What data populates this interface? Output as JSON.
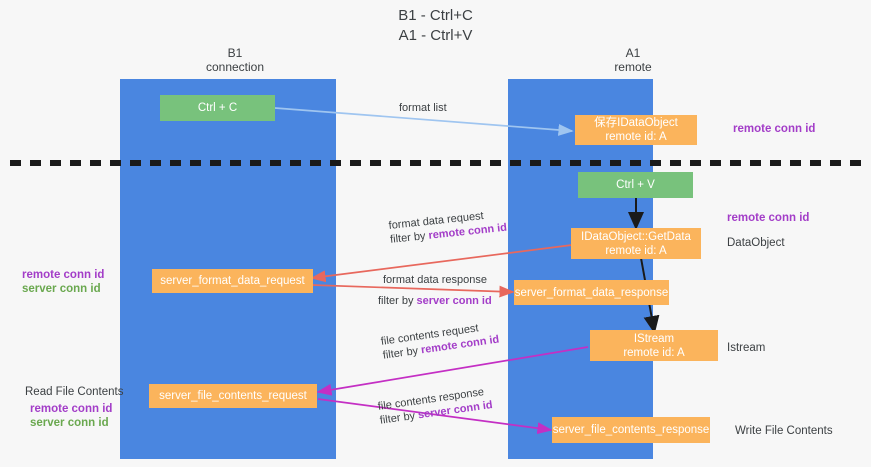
{
  "title": {
    "line1": "B1 - Ctrl+C",
    "line2": "A1 - Ctrl+V"
  },
  "columns": [
    {
      "name": "B1",
      "sub": "connection"
    },
    {
      "name": "A1",
      "sub": "remote"
    }
  ],
  "nodes": {
    "ctrl_c": {
      "label": "Ctrl + C"
    },
    "ctrl_v": {
      "label": "Ctrl + V"
    },
    "save_dataobject": {
      "line1": "保存IDataObject",
      "line2": "remote id: A"
    },
    "getdata": {
      "line1": "IDataObject::GetData",
      "line2": "remote id: A"
    },
    "istream": {
      "line1": "IStream",
      "line2": "remote id: A"
    },
    "server_format_data_request": {
      "label": "server_format_data_request"
    },
    "server_format_data_response": {
      "label": "server_format_data_response"
    },
    "server_file_contents_request": {
      "label": "server_file_contents_request"
    },
    "server_file_contents_response": {
      "label": "server_file_contents_response"
    }
  },
  "edge_labels": {
    "format_list": "format list",
    "format_data_request": "format data request",
    "format_data_request_filter_prefix": "filter by ",
    "format_data_request_filter_key": "remote conn id",
    "format_data_response": "format data response",
    "format_data_response_filter_prefix": "filter by ",
    "format_data_response_filter_key": "server conn id",
    "file_contents_request": "file contents request",
    "file_contents_request_filter_prefix": "filter by ",
    "file_contents_request_filter_key": "remote conn id",
    "file_contents_response": "file contents response",
    "file_contents_response_filter_prefix": "filter by ",
    "file_contents_response_filter_key": "server conn id"
  },
  "side_labels": {
    "right_remote_conn_id_top": "remote conn id",
    "right_remote_conn_id_mid": "remote conn id",
    "right_dataobject": "DataObject",
    "right_istream": "Istream",
    "right_write_file_contents": "Write File Contents",
    "left_remote_conn_id_mid": "remote conn id",
    "left_server_conn_id_mid": "server conn id",
    "left_read_file_contents": "Read File Contents",
    "left_remote_conn_id_bottom": "remote conn id",
    "left_server_conn_id_bottom": "server conn id"
  },
  "colors": {
    "lane": "#4a86e0",
    "node_green": "#78c27c",
    "node_orange": "#fbb45c",
    "accent_purple": "#a33dc8",
    "accent_green": "#6aa84f",
    "arrow_light_blue": "#9fc5f0",
    "arrow_red": "#e8685d",
    "arrow_magenta": "#c42fc4",
    "arrow_black": "#1a1a1a",
    "divider": "#1a1a1a",
    "background": "#f7f7f7"
  }
}
